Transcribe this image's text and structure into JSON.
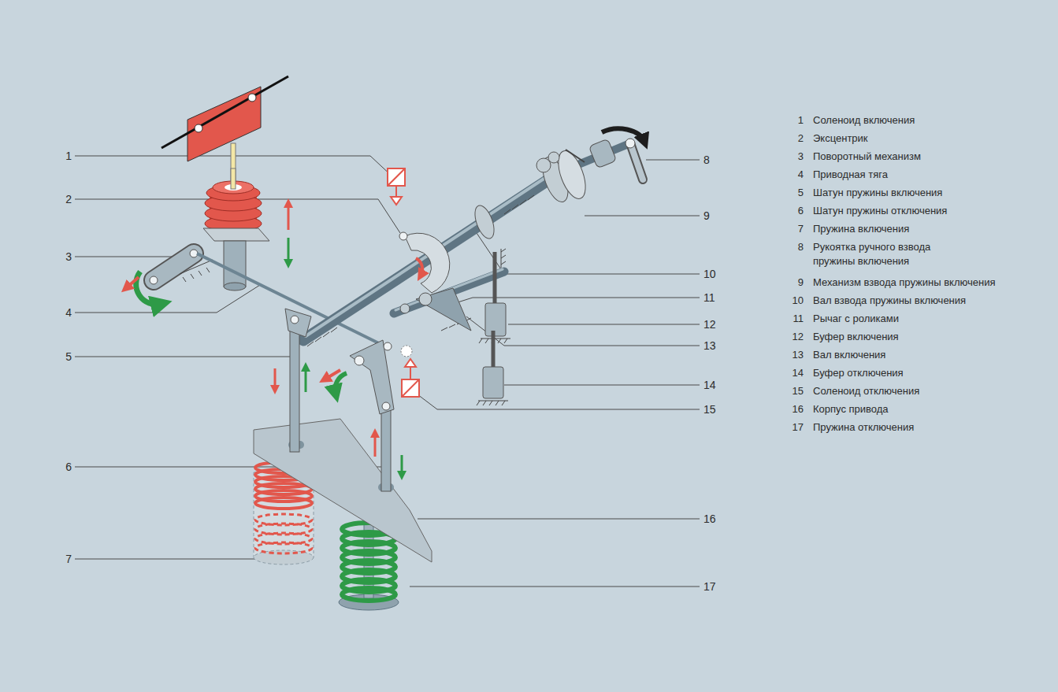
{
  "diagram": {
    "labels": [
      "1",
      "2",
      "3",
      "4",
      "5",
      "6",
      "7",
      "8",
      "9",
      "10",
      "11",
      "12",
      "13",
      "14",
      "15",
      "16",
      "17",
      "1",
      "Соленоид включения",
      "2",
      "Эксцентрик",
      "3",
      "Поворотный механизм",
      "4",
      "Приводная тяга",
      "5",
      "Шатун пружины включения",
      "6",
      "Шатун пружины отключения",
      "7",
      "Пружина включения",
      "8",
      "Рукоятка ручного взвода пружины включения",
      "9",
      "Механизм взвода пружины включения",
      "10",
      "Вал взвода пружины включения",
      "11",
      "Рычаг с роликами",
      "12",
      "Буфер включения",
      "13",
      "Вал включения",
      "14",
      "Буфер отключения",
      "15",
      "Соленоид отключения",
      "16",
      "Корпус привода",
      "17",
      "Пружина отключения"
    ]
  }
}
